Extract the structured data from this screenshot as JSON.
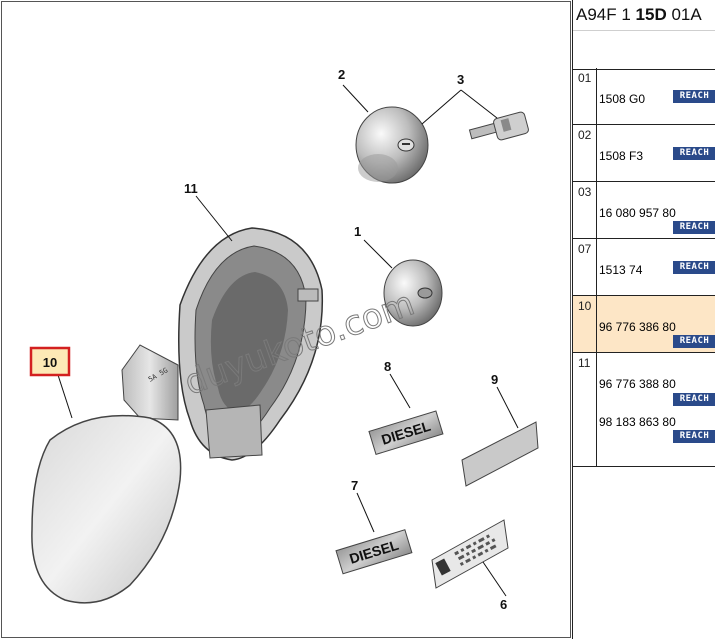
{
  "diagram": {
    "callouts": [
      {
        "id": "c2",
        "label": "2"
      },
      {
        "id": "c3",
        "label": "3"
      },
      {
        "id": "c11",
        "label": "11"
      },
      {
        "id": "c1",
        "label": "1"
      },
      {
        "id": "c8",
        "label": "8"
      },
      {
        "id": "c9",
        "label": "9"
      },
      {
        "id": "c10",
        "label": "10",
        "highlighted": true
      },
      {
        "id": "c7",
        "label": "7"
      },
      {
        "id": "c6",
        "label": "6"
      }
    ],
    "diesel_badge_text": "DIESEL",
    "housing_stamp": "5A 5G",
    "watermark": "duyukoto.com"
  },
  "panel": {
    "title_a": "A94F 1 ",
    "title_b": "15D",
    "title_c": " 01A",
    "rows": [
      {
        "no": "01",
        "parts": [
          {
            "pn": "1508 G0",
            "reach": "REACH"
          }
        ]
      },
      {
        "no": "02",
        "parts": [
          {
            "pn": "1508 F3",
            "reach": "REACH"
          }
        ]
      },
      {
        "no": "03",
        "parts": [
          {
            "pn": "16 080 957 80",
            "reach": "REACH"
          }
        ]
      },
      {
        "no": "07",
        "parts": [
          {
            "pn": "1513 74",
            "reach": "REACH"
          }
        ]
      },
      {
        "no": "10",
        "parts": [
          {
            "pn": "96 776 386 80",
            "reach": "REACH"
          }
        ],
        "selected": true
      },
      {
        "no": "11",
        "parts": [
          {
            "pn": "96 776 388 80",
            "reach": "REACH"
          },
          {
            "pn": "98 183 863 80",
            "reach": "REACH"
          }
        ]
      }
    ]
  },
  "colors": {
    "highlight": "#d32020",
    "selected_row": "#fde6c6",
    "reach_badge": "#2a4a8a"
  }
}
